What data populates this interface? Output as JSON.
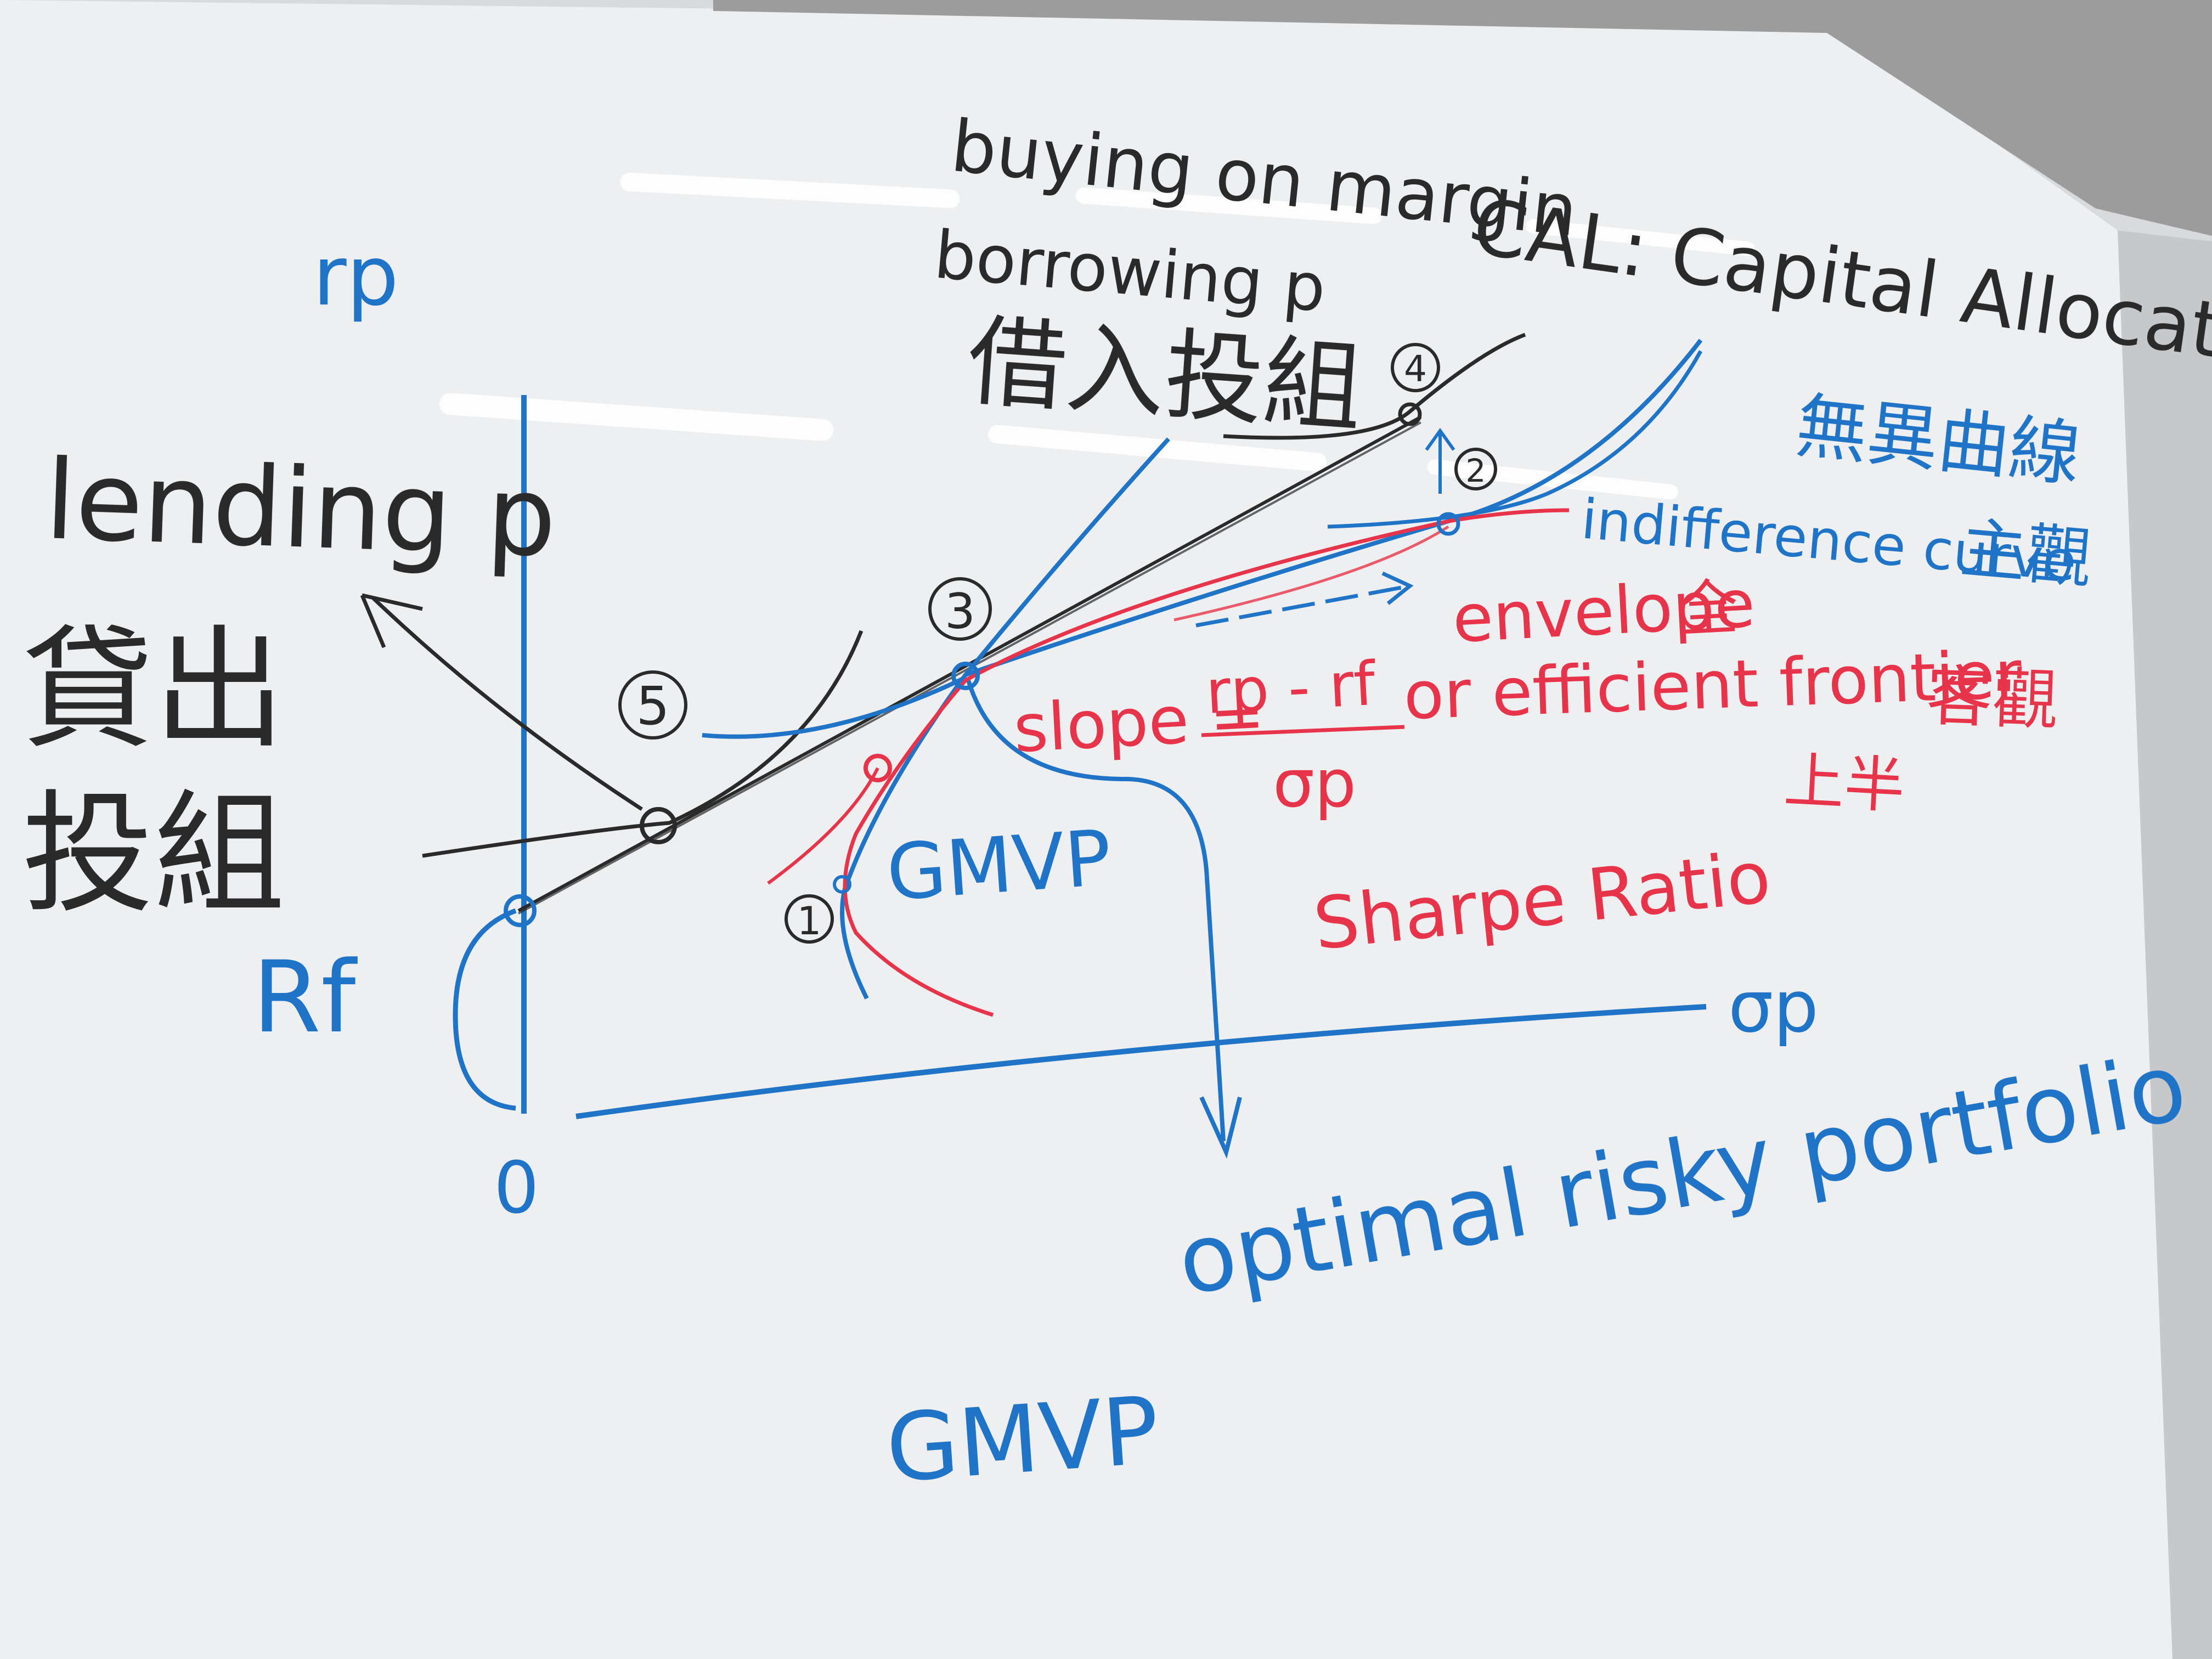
{
  "colors": {
    "board": "#eeeff0",
    "blue": "#1f74c8",
    "red": "#e8344a",
    "black": "#2a2a2a"
  },
  "labels": {
    "buying_on_margin": "buying on margin",
    "borrowing_p": "borrowing p",
    "borrowing_cjk": "借入投組",
    "cal": "CAL: Capital Allocation Line",
    "indiff_cjk": "無異曲線",
    "indifference_curve": "indifference curve",
    "subjective": "主觀",
    "envelope": "envelope",
    "envelope_all": "全",
    "efficient_frontier": "or efficient frontier",
    "objective": "客觀",
    "upper_half": "上半",
    "slope": "slope =",
    "slope_num": "rp - rf",
    "slope_den": "σp",
    "sharpe": "Sharpe Ratio",
    "rp_axis": "rp",
    "sigma_axis": "σp",
    "origin": "0",
    "rf": "Rf",
    "lending_p": "lending p",
    "lending_cjk_1": "貸出",
    "lending_cjk_2": "投組",
    "gmvp_mid": "GMVP",
    "gmvp_bottom": "GMVP",
    "optimal": "optimal risky portfolio",
    "pt1": "1",
    "pt2": "2",
    "pt3": "3",
    "pt4": "4",
    "pt5": "5"
  }
}
